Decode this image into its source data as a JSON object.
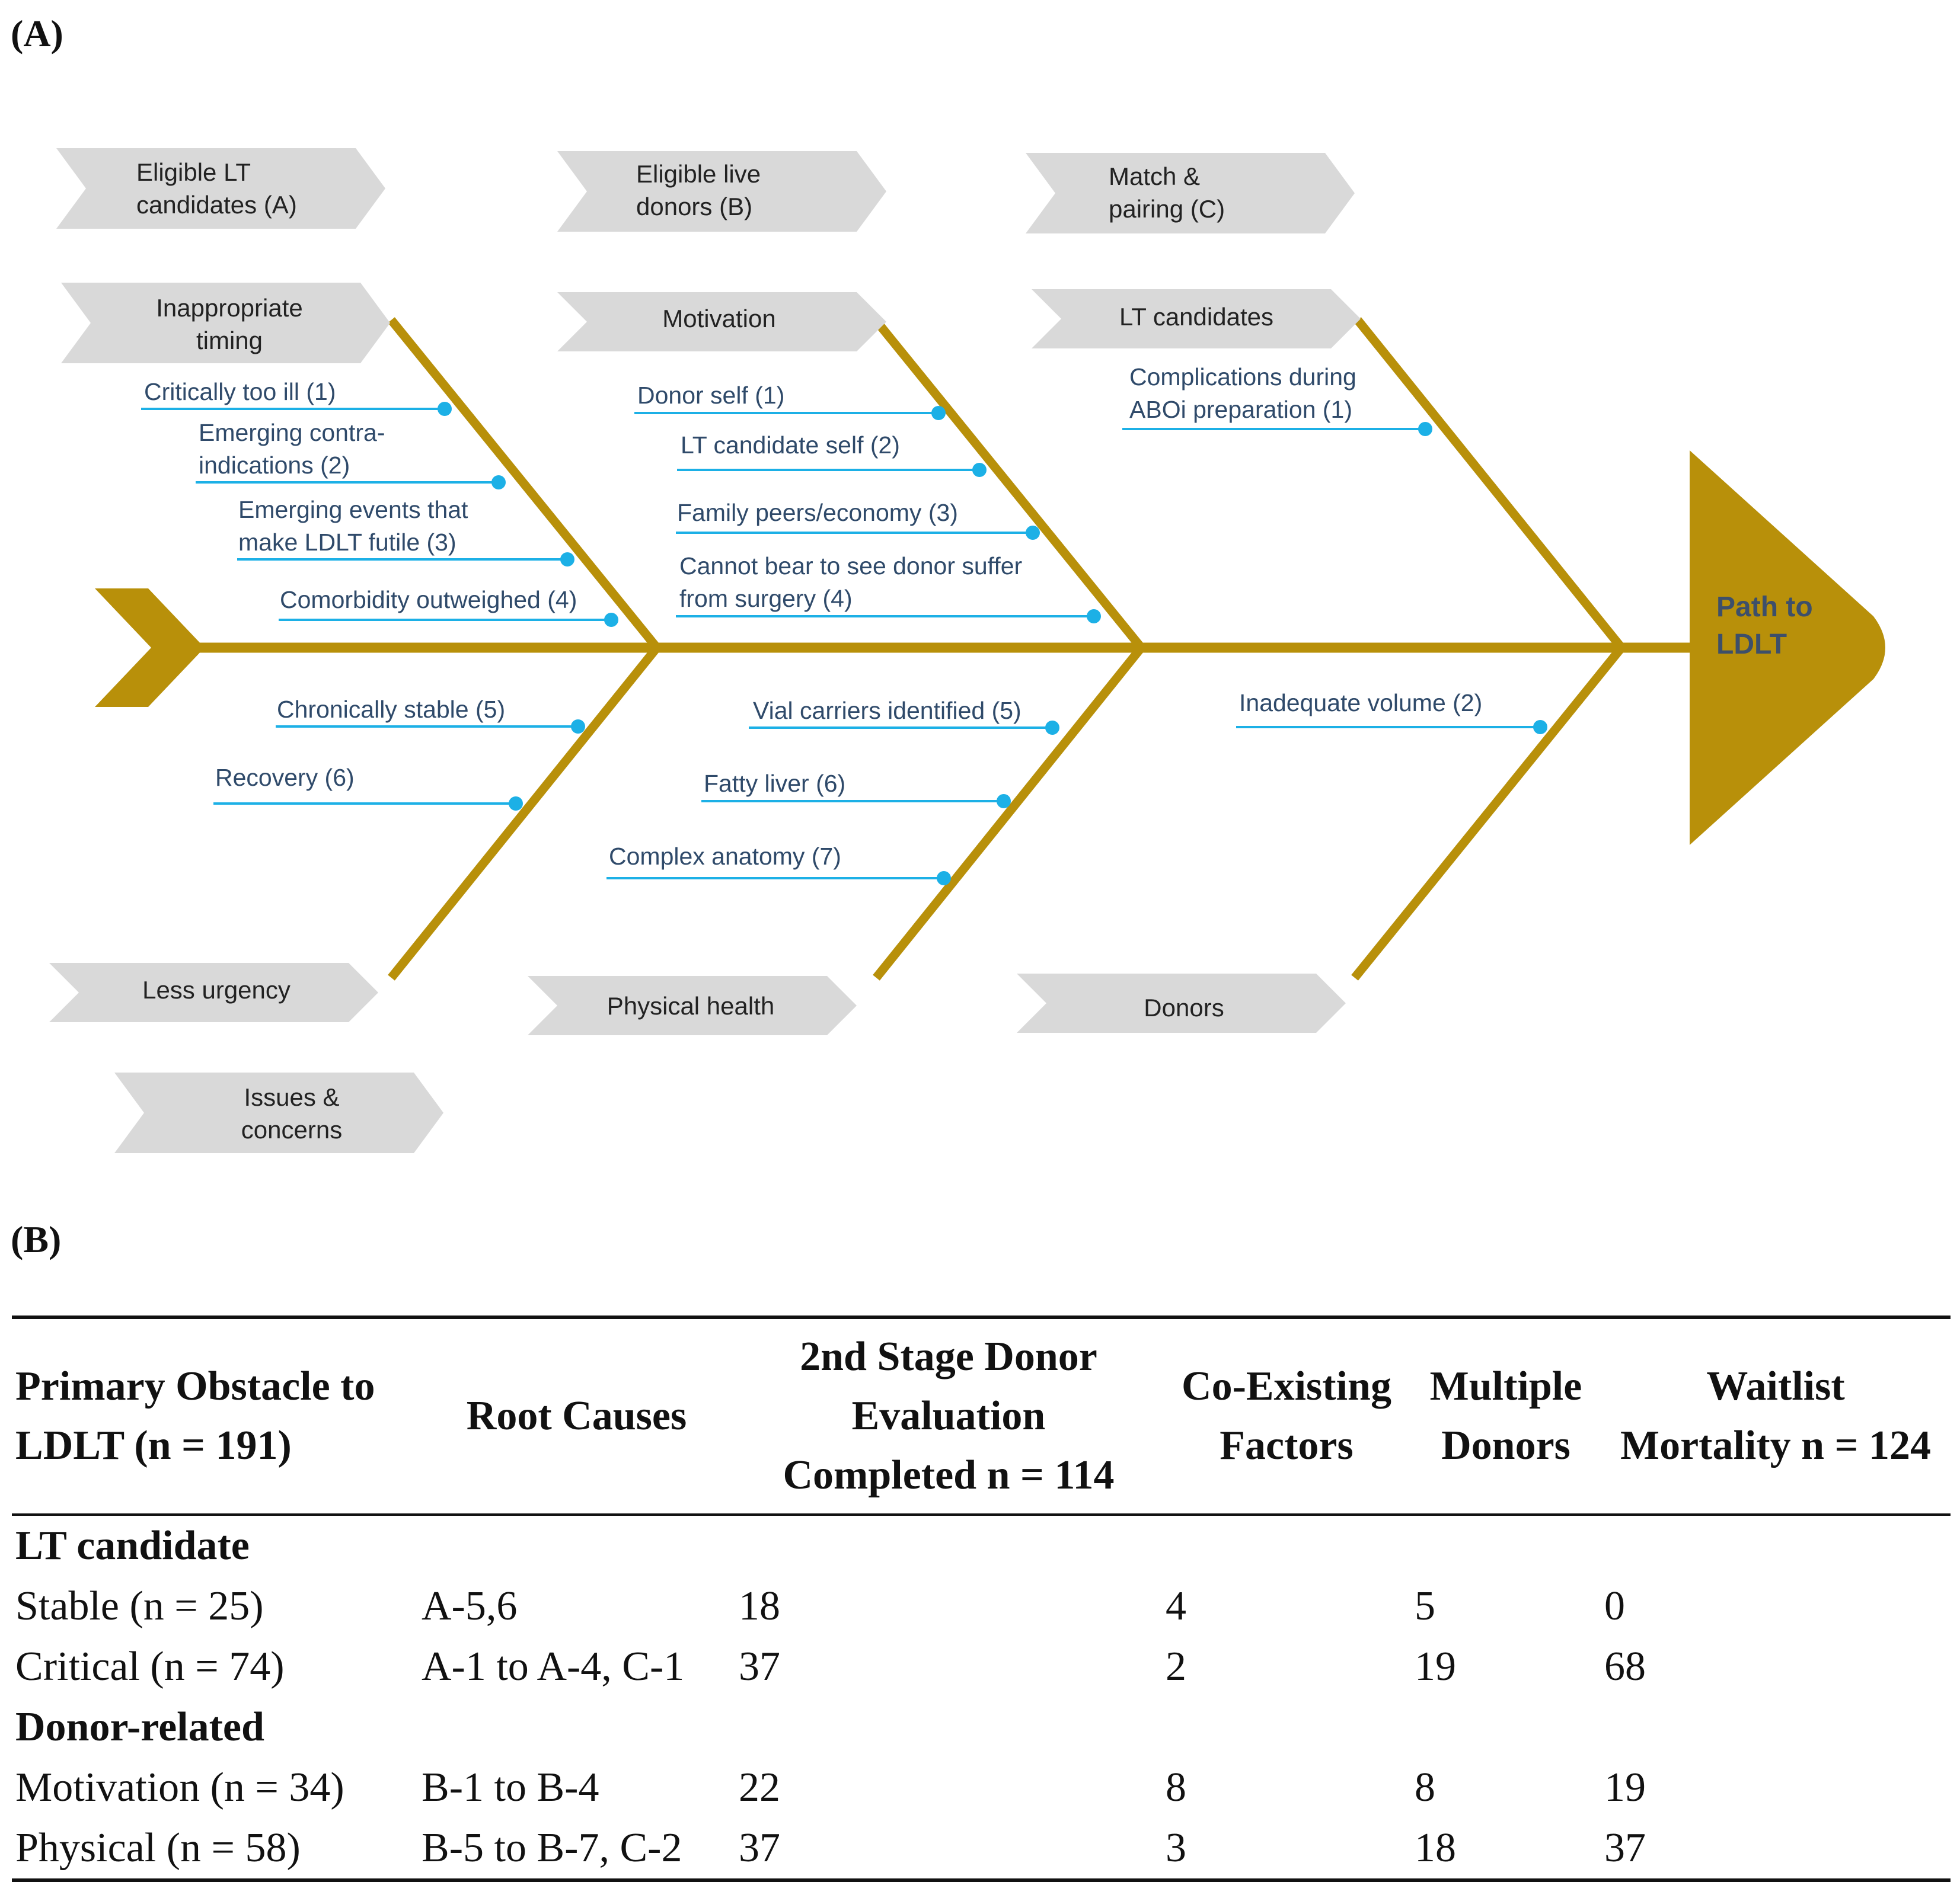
{
  "panel_a": {
    "label": "(A)",
    "head_text": [
      "Path to",
      "LDLT"
    ],
    "categories": {
      "eligible_lt": [
        "Eligible LT",
        "candidates (A)"
      ],
      "eligible_live": [
        "Eligible live",
        "donors (B)"
      ],
      "match": [
        "Match &",
        "pairing (C)"
      ],
      "issues": [
        "Issues &",
        "concerns"
      ]
    },
    "branch_labels": {
      "inappropriate_timing": [
        "Inappropriate",
        "timing"
      ],
      "motivation": [
        "Motivation"
      ],
      "lt_candidates": [
        "LT candidates"
      ],
      "less_urgency": [
        "Less urgency"
      ],
      "physical_health": [
        "Physical health"
      ],
      "donors": [
        "Donors"
      ]
    },
    "causes": {
      "a1": [
        "Critically too ill (1)"
      ],
      "a2": [
        "Emerging contra-",
        "indications (2)"
      ],
      "a3": [
        "Emerging events that",
        "make LDLT futile (3)"
      ],
      "a4": [
        "Comorbidity outweighed (4)"
      ],
      "a5": [
        "Chronically stable (5)"
      ],
      "a6": [
        "Recovery (6)"
      ],
      "b1": [
        "Donor self (1)"
      ],
      "b2": [
        "LT candidate self (2)"
      ],
      "b3": [
        "Family peers/economy (3)"
      ],
      "b4": [
        "Cannot bear to see donor suffer",
        "from surgery (4)"
      ],
      "b5": [
        "Vial carriers identified (5)"
      ],
      "b6": [
        "Fatty liver (6)"
      ],
      "b7": [
        "Complex anatomy (7)"
      ],
      "c1": [
        "Complications during",
        "ABOi preparation (1)"
      ],
      "c2": [
        "Inadequate volume (2)"
      ]
    },
    "colors": {
      "spine": "#b8900a",
      "label_box": "#d9d9d9",
      "cause_line": "#1cb0e6",
      "cause_text": "#2f4a6a",
      "head_text": "#3d4f6a"
    }
  },
  "panel_b": {
    "label": "(B)",
    "headers": [
      [
        "Primary Obstacle to",
        "LDLT (n = 191)"
      ],
      [
        "Root Causes"
      ],
      [
        "2nd Stage Donor",
        "Evaluation",
        "Completed n = 114"
      ],
      [
        "Co-Existing",
        "Factors"
      ],
      [
        "Multiple",
        "Donors"
      ],
      [
        "Waitlist",
        "Mortality n = 124"
      ]
    ],
    "groups": [
      {
        "name": "LT candidate",
        "rows": [
          {
            "obstacle": "Stable (n = 25)",
            "root": "A-5,6",
            "evaluation": "18",
            "coexisting": "4",
            "multiple": "5",
            "mortality": "0"
          },
          {
            "obstacle": "Critical (n = 74)",
            "root": "A-1 to A-4, C-1",
            "evaluation": "37",
            "coexisting": "2",
            "multiple": "19",
            "mortality": "68"
          }
        ]
      },
      {
        "name": "Donor-related",
        "rows": [
          {
            "obstacle": "Motivation (n = 34)",
            "root": "B-1 to B-4",
            "evaluation": "22",
            "coexisting": "8",
            "multiple": "8",
            "mortality": "19"
          },
          {
            "obstacle": "Physical (n = 58)",
            "root": "B-5 to B-7, C-2",
            "evaluation": "37",
            "coexisting": "3",
            "multiple": "18",
            "mortality": "37"
          }
        ]
      }
    ]
  }
}
